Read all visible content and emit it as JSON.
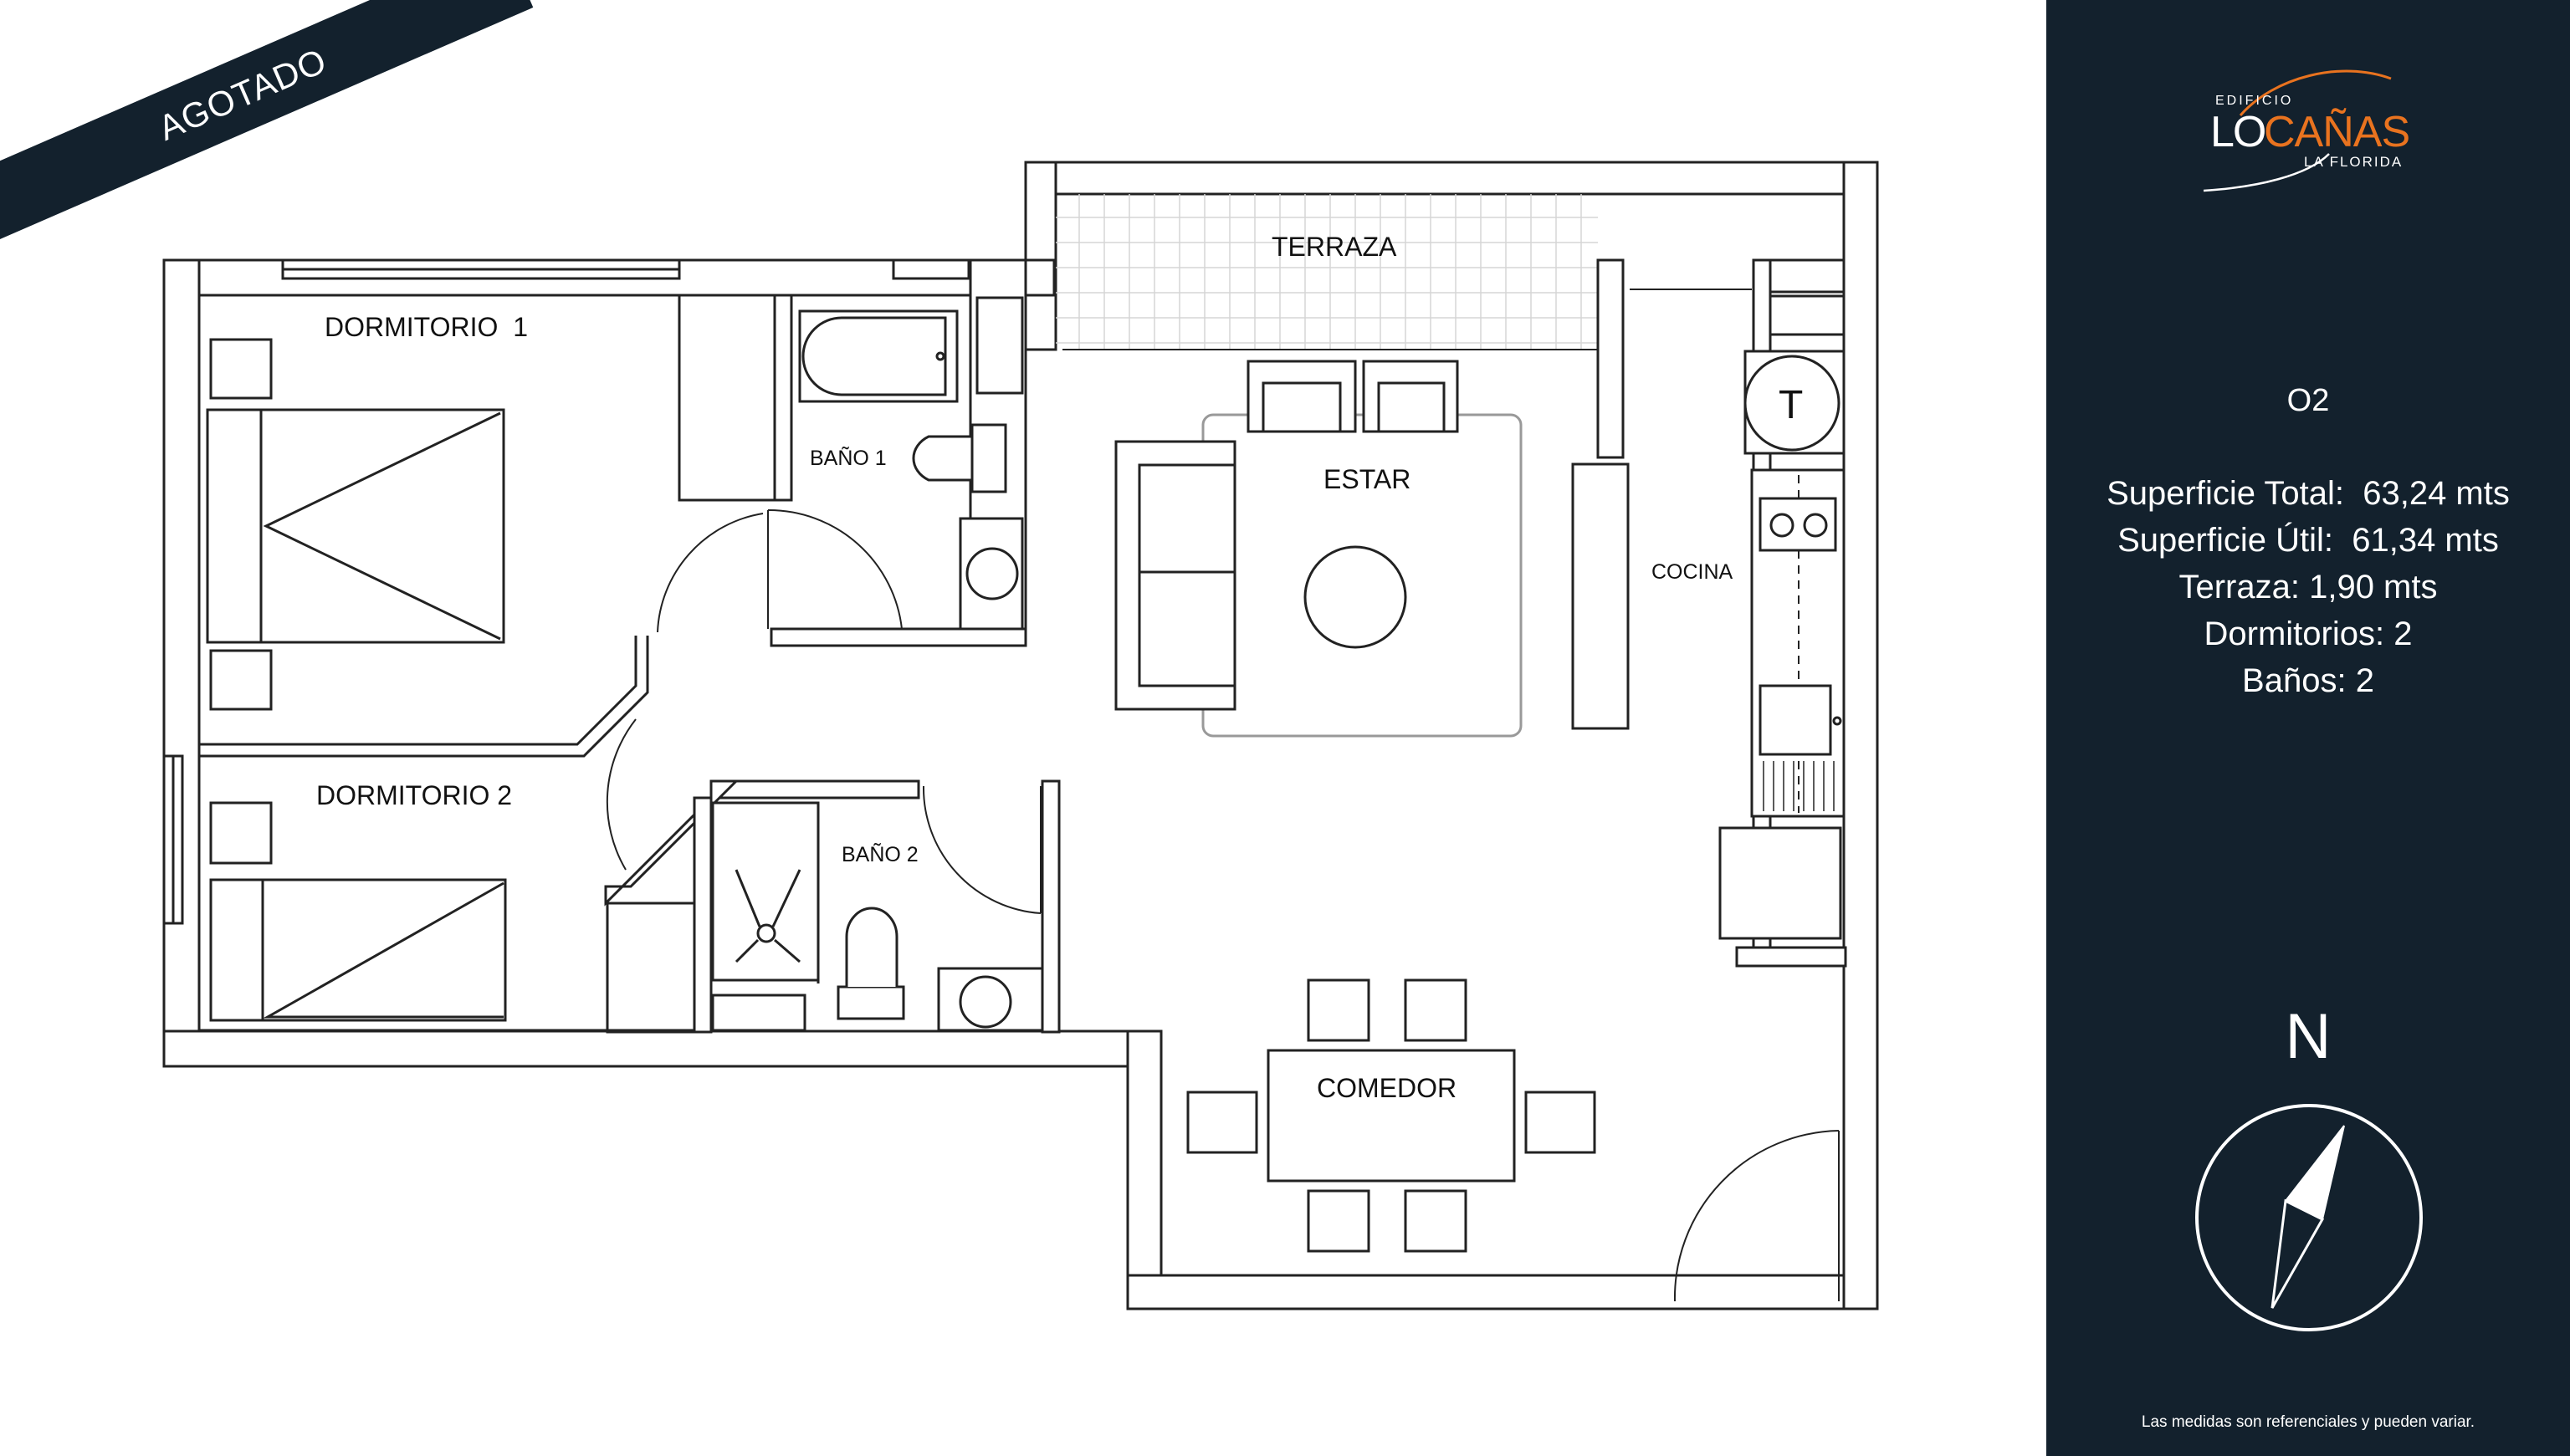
{
  "badge": {
    "status_text": "AGOTADO"
  },
  "brand": {
    "prefix": "EDIFICIO",
    "name_left": "LO",
    "name_right": "CAÑAS",
    "location": "LA FLORIDA",
    "accent_color": "#e9731f"
  },
  "unit": {
    "code": "O2"
  },
  "specs": [
    "Superficie Total:  63,24 mts",
    "Superficie Útil:  61,34 mts",
    "Terraza: 1,90 mts",
    "Dormitorios: 2",
    "Baños: 2"
  ],
  "compass": {
    "north_label": "N",
    "icon": "compass-needle-icon"
  },
  "footnote": "Las medidas son referenciales y pueden variar.",
  "rooms": {
    "terraza": "TERRAZA",
    "dormitorio1": "DORMITORIO  1",
    "bano1": "BAÑO 1",
    "estar": "ESTAR",
    "cocina": "COCINA",
    "dormitorio2": "DORMITORIO 2",
    "bano2": "BAÑO 2",
    "comedor": "COMEDOR",
    "heater_mark": "T"
  },
  "colors": {
    "panel_bg": "#13212d",
    "wall": "#ffffff",
    "line": "#222222"
  }
}
